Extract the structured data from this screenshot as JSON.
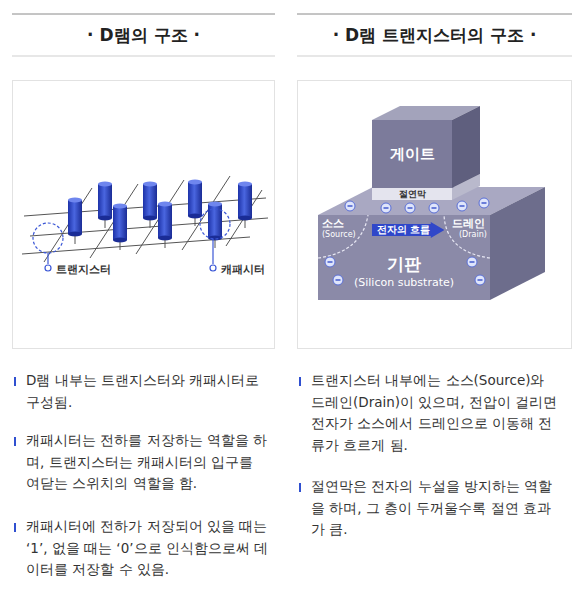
{
  "diagram": {
    "nodes": [
      {
        "text": [
          "· D램의 구조 ·"
        ]
      },
      {
        "text": [
          "· D램 트랜지스터의 구조 ·"
        ]
      },
      {
        "text": [
          "게이트"
        ],
        "in": 1
      },
      {
        "text": [
          "절연막"
        ],
        "in": 1
      },
      {
        "text": [
          "기판",
          "(Silicon substrate)"
        ],
        "in": 1
      },
      {
        "text": [
          "전자의 흐름"
        ],
        "in": 4
      }
    ],
    "labels": [
      "트랜지스터",
      "캐패시터",
      "소스",
      "(Source)",
      "드레인",
      "(Drain)",
      "D램 내부는 트랜지스터와 캐패시터로 구성됨.",
      "캐패시터는 전하를 저장하는 역할을 하며, 트랜지스터는 캐패시터의 입구를 여닫는 스위치의 역할을 함.",
      "캐패시터에 전하가 저장되어 있을 때는 ‘1’, 없을 때는 ‘0’으로 인식함으로써 데이터를 저장할 수 있음.",
      "트랜지스터 내부에는 소스(Source)와 드레인(Drain)이 있으며, 전압이 걸리면 전자가 소스에서 드레인으로 이동해 전류가 흐르게 됨.",
      "절연막은 전자의 누설을 방지하는 역할을 하며, 그 층이 두꺼울수록 절연 효과가 큼."
    ]
  }
}
